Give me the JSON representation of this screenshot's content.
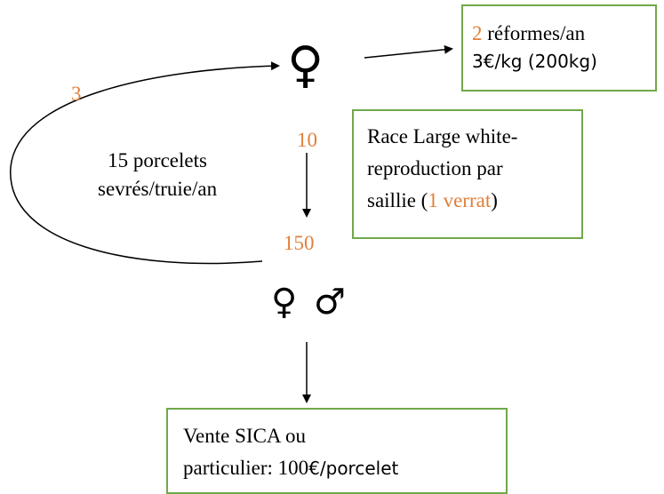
{
  "diagram": {
    "sow_symbol": "♀",
    "offspring_symbols": {
      "female": "♀",
      "male": "♂"
    },
    "sows_count": "10",
    "piglets_count": "150",
    "replacement_count": "3",
    "piglets_rate": {
      "line1": "15 porcelets",
      "line2": "sevrés/truie/an"
    },
    "culls_box": {
      "count": "2",
      "label": " réformes/an",
      "price": "3€/kg (200kg)"
    },
    "breed_box": {
      "line1": "Race Large white-",
      "line2": "reproduction par",
      "line3_prefix": "saillie (",
      "boar": "1 verrat",
      "line3_suffix": ")"
    },
    "sale_box": {
      "line1": "Vente SICA ou",
      "line2_prefix": "particulier: 100",
      "line2_suffix": "€/porcelet"
    },
    "colors": {
      "accent_orange": "#e0803a",
      "box_border_green": "#6fa84a"
    }
  }
}
